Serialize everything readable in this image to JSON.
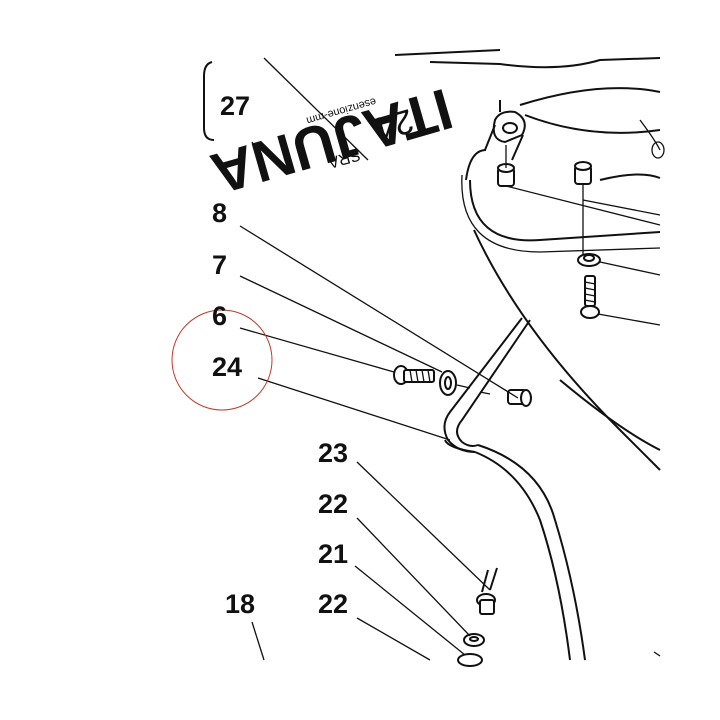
{
  "diagram": {
    "callouts": [
      {
        "id": "c27",
        "label": "27"
      },
      {
        "id": "c8",
        "label": "8"
      },
      {
        "id": "c7",
        "label": "7"
      },
      {
        "id": "c6",
        "label": "6"
      },
      {
        "id": "c24",
        "label": "24"
      },
      {
        "id": "c23",
        "label": "23"
      },
      {
        "id": "c22a",
        "label": "22"
      },
      {
        "id": "c21",
        "label": "21"
      },
      {
        "id": "c22b",
        "label": "22"
      },
      {
        "id": "c18",
        "label": "18"
      }
    ],
    "decal": {
      "brand": "ITAJUNA",
      "small_print": "esenzione-mm",
      "model_code": "SRA",
      "model_number": "24"
    },
    "highlight": {
      "target": "24",
      "color": "#c0392b"
    },
    "colors": {
      "ink": "#111111",
      "background": "#ffffff"
    }
  }
}
